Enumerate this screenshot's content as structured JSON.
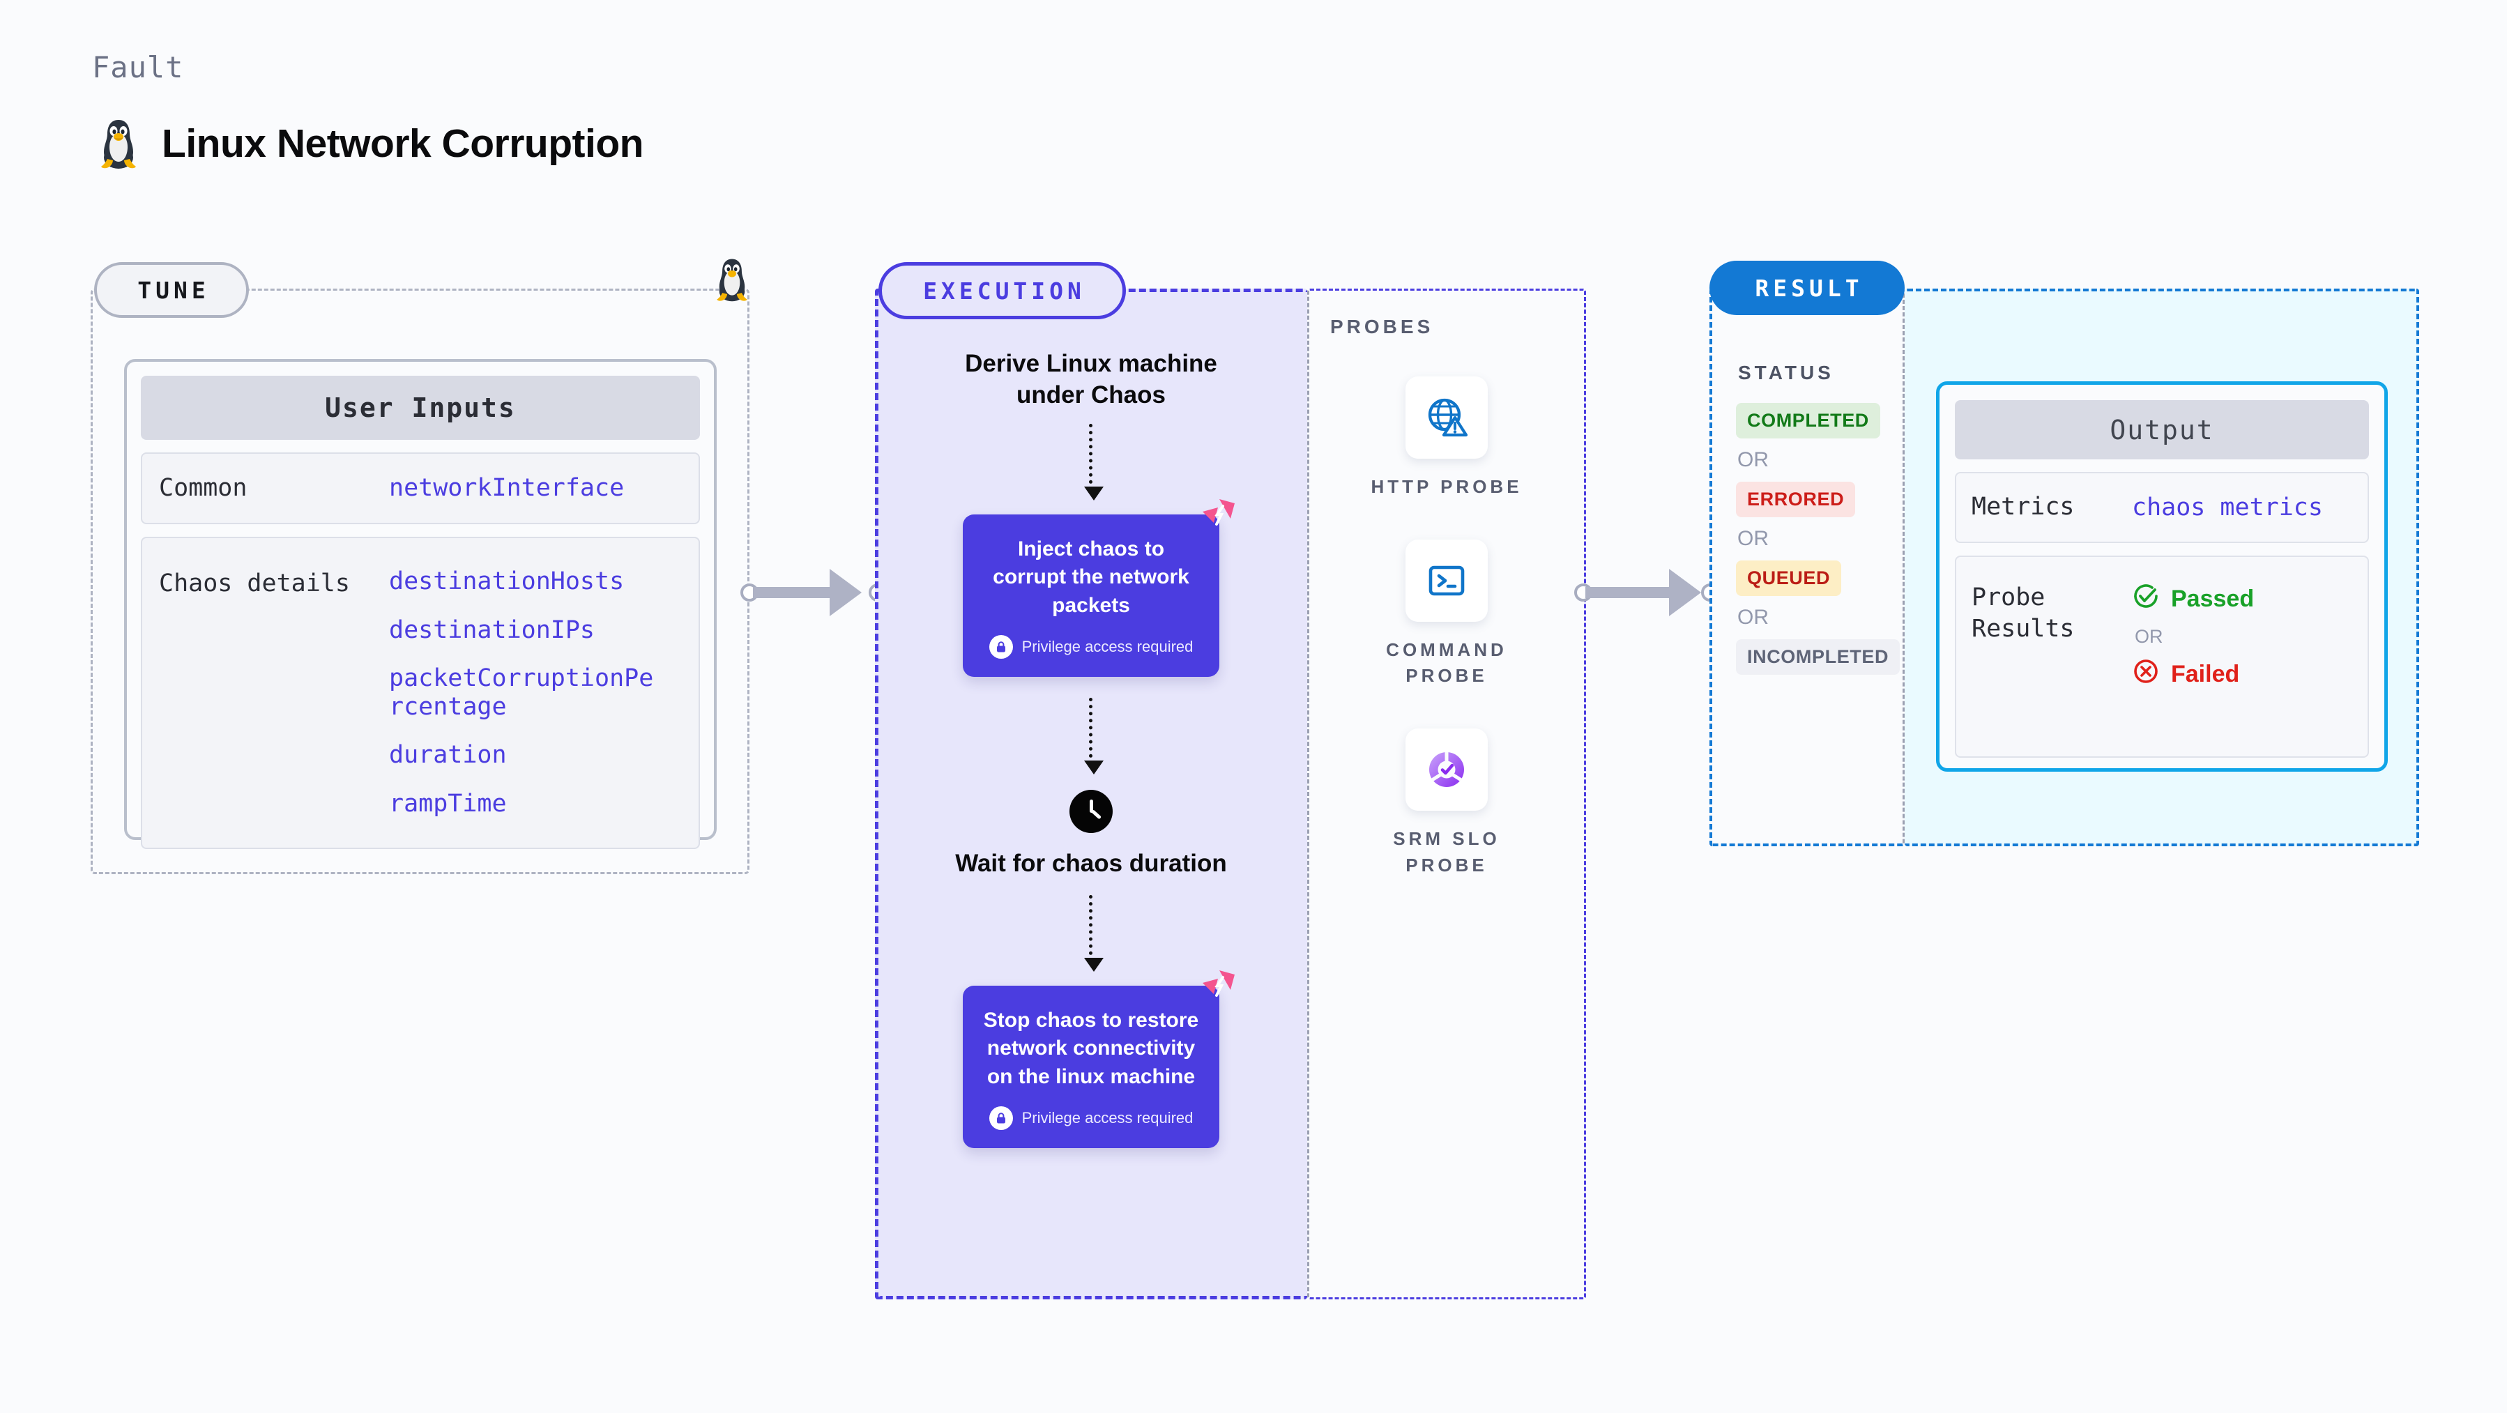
{
  "header": {
    "kicker": "Fault",
    "title": "Linux Network Corruption",
    "icon": "tux-penguin-icon"
  },
  "tune": {
    "badge": "TUNE",
    "border_icon": "tux-penguin-icon",
    "card": {
      "header": "User Inputs",
      "rows": [
        {
          "key": "Common",
          "values": [
            "networkInterface"
          ]
        },
        {
          "key": "Chaos details",
          "values": [
            "destinationHosts",
            "destinationIPs",
            "packetCorruptionPercentage",
            "duration",
            "rampTime"
          ]
        }
      ]
    }
  },
  "execution": {
    "badge": "EXECUTION",
    "steps": [
      {
        "type": "title",
        "text": "Derive Linux machine under Chaos"
      },
      {
        "type": "task",
        "text": "Inject chaos to corrupt the network packets",
        "privilege": "Privilege access required",
        "privilege_icon": "lock-icon",
        "brand_icon": "harness-mark-icon"
      },
      {
        "type": "wait",
        "icon": "clock-icon",
        "text": "Wait for chaos duration"
      },
      {
        "type": "task",
        "text": "Stop chaos to restore network connectivity on the linux machine",
        "privilege": "Privilege access required",
        "privilege_icon": "lock-icon",
        "brand_icon": "harness-mark-icon"
      }
    ]
  },
  "probes": {
    "title": "PROBES",
    "items": [
      {
        "label": "HTTP PROBE",
        "icon": "globe-warning-icon"
      },
      {
        "label": "COMMAND PROBE",
        "icon": "terminal-icon"
      },
      {
        "label": "SRM SLO PROBE",
        "icon": "slo-check-icon"
      }
    ]
  },
  "result": {
    "badge": "RESULT",
    "status_title": "STATUS",
    "or_label": "OR",
    "statuses": [
      {
        "label": "COMPLETED",
        "bg": "#deefdc",
        "fg": "#127a18"
      },
      {
        "label": "ERRORED",
        "bg": "#fbe3e2",
        "fg": "#cc1d19"
      },
      {
        "label": "QUEUED",
        "bg": "#fdeec5",
        "fg": "#bb1d16"
      },
      {
        "label": "INCOMPLETED",
        "bg": "#eff0f5",
        "fg": "#5e6477"
      }
    ]
  },
  "output": {
    "header": "Output",
    "rows": [
      {
        "key": "Metrics",
        "value": "chaos metrics"
      }
    ],
    "probe_results": {
      "key": "Probe Results",
      "passed": {
        "label": "Passed",
        "icon": "check-circle-icon",
        "color": "#19a128"
      },
      "or_label": "OR",
      "failed": {
        "label": "Failed",
        "icon": "x-circle-icon",
        "color": "#e0211a"
      }
    }
  },
  "colors": {
    "accent_purple": "#4b3de0",
    "accent_blue": "#1379d4",
    "accent_cyan": "#10a5e8",
    "pink": "#f4558f",
    "muted": "#9298ac"
  }
}
